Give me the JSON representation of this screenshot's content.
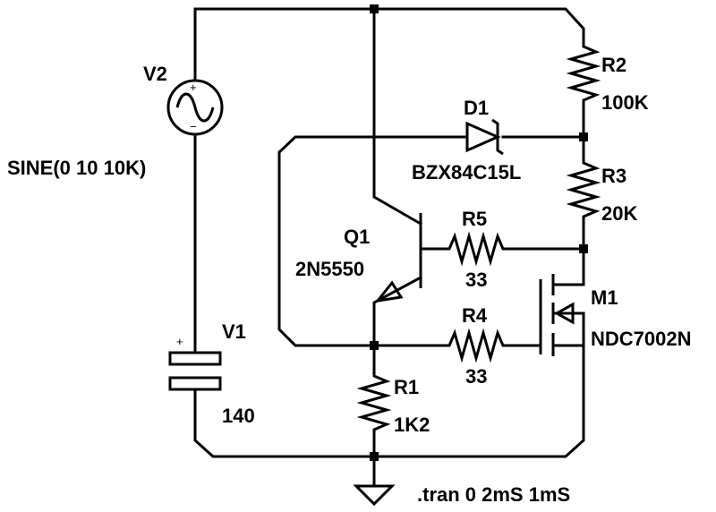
{
  "components": {
    "v2": {
      "name": "V2",
      "value": "SINE(0 10 10K)",
      "plus": "+",
      "minus": "−"
    },
    "v1": {
      "name": "V1",
      "value": "140",
      "plus": "+"
    },
    "r2": {
      "name": "R2",
      "value": "100K"
    },
    "r3": {
      "name": "R3",
      "value": "20K"
    },
    "d1": {
      "name": "D1",
      "value": "BZX84C15L"
    },
    "q1": {
      "name": "Q1",
      "value": "2N5550"
    },
    "r5": {
      "name": "R5",
      "value": "33"
    },
    "r4": {
      "name": "R4",
      "value": "33"
    },
    "m1": {
      "name": "M1",
      "value": "NDC7002N"
    },
    "r1": {
      "name": "R1",
      "value": "1K2"
    }
  },
  "directive": ".tran 0 2mS 1mS"
}
